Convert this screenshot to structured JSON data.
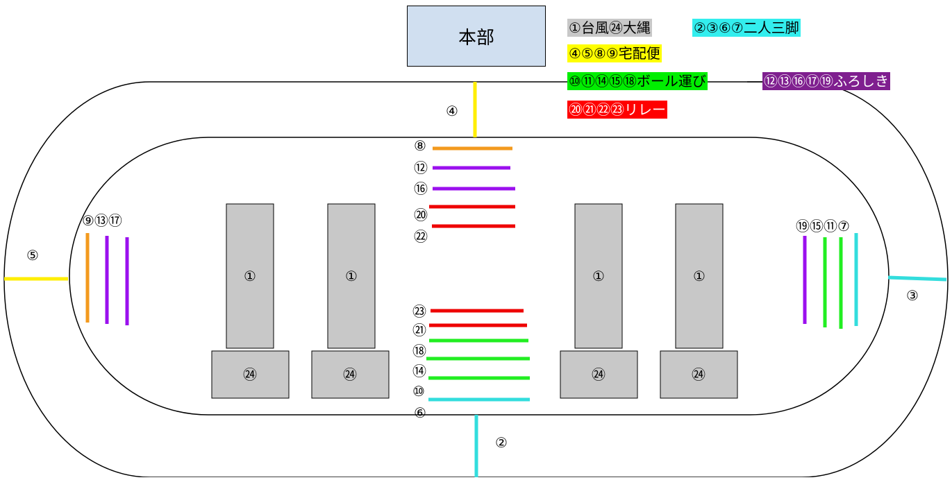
{
  "headquarters": {
    "label": "本部",
    "color": "#d0dff0"
  },
  "legend": {
    "typhoon_rope": {
      "text": "①台風㉔大縄",
      "color": "#c8c8c8"
    },
    "three_legged": {
      "text": "②③⑥⑦二人三脚",
      "color": "#33eeee"
    },
    "delivery": {
      "text": "④⑤⑧⑨宅配便",
      "color": "#ffff00"
    },
    "ball_carry": {
      "text": "⑩⑪⑭⑮⑱ボール運び",
      "color": "#00ee00"
    },
    "furoshiki": {
      "text": "⑫⑬⑯⑰⑲ふろしき",
      "color": "#7f1f8f",
      "text_color": "#ffffff"
    },
    "relay": {
      "text": "⑳㉑㉒㉓リレー",
      "color": "#ff0000",
      "text_color": "#ffffff"
    }
  },
  "track_labels": {
    "l4": "④",
    "l5": "⑤",
    "l3": "③",
    "l2": "②",
    "l6": "⑥",
    "l8": "⑧",
    "l12": "⑫",
    "l16": "⑯",
    "l20": "⑳",
    "l22": "㉒",
    "l23": "㉓",
    "l21": "㉑",
    "l18": "⑱",
    "l14": "⑭",
    "l10": "⑩",
    "left_group": "⑨⑬⑰",
    "right_group": "⑲⑮⑪⑦"
  },
  "blocks": {
    "upper_label": "①",
    "lower_label": "㉔",
    "color": "#c8c8c8"
  },
  "line_colors": {
    "orange": "#f39a1e",
    "purple": "#9b10ee",
    "red": "#ee0000",
    "green": "#22ee22",
    "cyan": "#33dddd",
    "yellow": "#ffee00"
  }
}
